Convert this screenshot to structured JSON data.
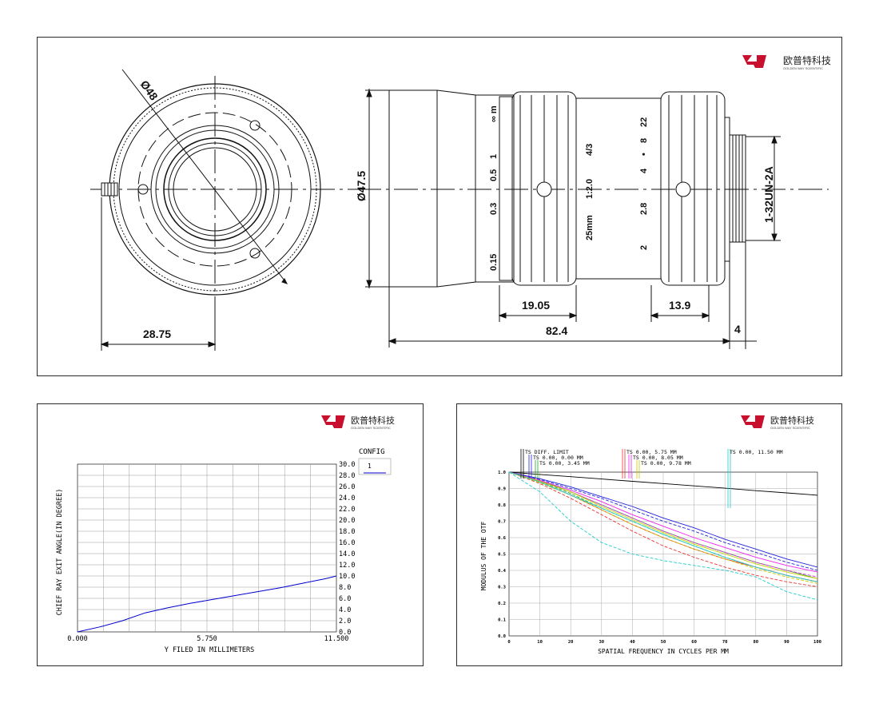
{
  "logo": {
    "name": "欧普特科技",
    "subtitle": "GOLDEN WAY SCIENTIFIC",
    "color": "#c8102e"
  },
  "drawing": {
    "dims": {
      "front_diameter": "Ø48",
      "body_diameter": "Ø47.5",
      "knurl_offset": "28.75",
      "ring1_width": "19.05",
      "ring2_width": "13.9",
      "total_length": "82.4",
      "mount_length": "4",
      "thread": "1-32UN-2A"
    },
    "focus_scale": [
      "0.15",
      "0.3",
      "0.5",
      "1",
      "∞ m"
    ],
    "center_marks": [
      "25mm",
      "1:2.0",
      "4/3"
    ],
    "aperture_scale": [
      "2",
      "2.8",
      "4",
      "8",
      "22"
    ],
    "aperture_dot": "•"
  },
  "cra_chart": {
    "config_label": "CONFIG",
    "config_value": "1",
    "xlabel": "Y FILED IN MILLIMETERS",
    "ylabel": "CHIEF RAY EXIT ANGLE(IN DEGREE)",
    "x_ticks": [
      "0.000",
      "5.750",
      "11.500"
    ],
    "y_ticks": [
      "0.0",
      "2.0",
      "4.0",
      "6.0",
      "8.0",
      "10.0",
      "12.0",
      "14.0",
      "16.0",
      "18.0",
      "20.0",
      "22.0",
      "24.0",
      "26.0",
      "28.0",
      "30.0"
    ]
  },
  "mtf_chart": {
    "xlabel": "SPATIAL FREQUENCY IN CYCLES PER MM",
    "ylabel": "MODULUS OF THE OTF",
    "x_ticks": [
      "0",
      "10",
      "20",
      "30",
      "40",
      "50",
      "60",
      "70",
      "80",
      "90",
      "100"
    ],
    "y_ticks": [
      "0.0",
      "0.1",
      "0.2",
      "0.3",
      "0.4",
      "0.5",
      "0.6",
      "0.7",
      "0.8",
      "0.9",
      "1.0"
    ],
    "legend": [
      "TS DIFF. LIMIT",
      "TS 0.00, 0.00 MM",
      "TS 0.00, 3.45 MM",
      "TS 0.00, 5.75 MM",
      "TS 0.00, 8.05 MM",
      "TS 0.00, 9.78 MM",
      "TS 0.00, 11.50 MM"
    ]
  },
  "chart_data": [
    {
      "type": "line",
      "xlabel": "Y FILED IN MILLIMETERS",
      "ylabel": "CHIEF RAY EXIT ANGLE(IN DEGREE)",
      "xlim": [
        0,
        11.5
      ],
      "ylim": [
        0,
        30
      ],
      "grid": true,
      "series": [
        {
          "name": "1",
          "color": "#0000d0",
          "x": [
            0,
            1,
            2,
            3,
            4,
            5,
            6,
            7,
            8,
            9,
            10,
            11,
            11.5
          ],
          "y": [
            0,
            0.9,
            2.0,
            3.4,
            4.3,
            5.1,
            5.8,
            6.5,
            7.2,
            7.9,
            8.7,
            9.5,
            10.0
          ]
        }
      ]
    },
    {
      "type": "line",
      "xlabel": "SPATIAL FREQUENCY IN CYCLES PER MM",
      "ylabel": "MODULUS OF THE OTF",
      "xlim": [
        0,
        100
      ],
      "ylim": [
        0,
        1
      ],
      "grid": true,
      "x": [
        0,
        10,
        20,
        30,
        40,
        50,
        60,
        70,
        80,
        90,
        100
      ],
      "series": [
        {
          "name": "TS DIFF. LIMIT",
          "color": "#000000",
          "dash": false,
          "y": [
            1.0,
            0.986,
            0.972,
            0.958,
            0.944,
            0.93,
            0.916,
            0.902,
            0.887,
            0.873,
            0.859
          ]
        },
        {
          "name": "TS 0.00, 0.00 MM",
          "color": "#2222dd",
          "dash": false,
          "y": [
            1.0,
            0.96,
            0.91,
            0.85,
            0.79,
            0.72,
            0.66,
            0.59,
            0.53,
            0.47,
            0.42
          ]
        },
        {
          "name": "TS 0.00, 0.00 MM",
          "color": "#2222dd",
          "dash": true,
          "y": [
            1.0,
            0.955,
            0.9,
            0.84,
            0.77,
            0.7,
            0.64,
            0.57,
            0.51,
            0.45,
            0.4
          ]
        },
        {
          "name": "TS 0.00, 3.45 MM",
          "color": "#22aa22",
          "dash": false,
          "y": [
            1.0,
            0.95,
            0.88,
            0.8,
            0.72,
            0.64,
            0.57,
            0.51,
            0.45,
            0.4,
            0.35
          ]
        },
        {
          "name": "TS 0.00, 3.45 MM",
          "color": "#22aa22",
          "dash": true,
          "y": [
            1.0,
            0.945,
            0.87,
            0.78,
            0.7,
            0.62,
            0.55,
            0.48,
            0.42,
            0.37,
            0.33
          ]
        },
        {
          "name": "TS 0.00, 5.75 MM",
          "color": "#ee3333",
          "dash": false,
          "y": [
            1.0,
            0.94,
            0.86,
            0.77,
            0.68,
            0.6,
            0.53,
            0.47,
            0.42,
            0.37,
            0.33
          ]
        },
        {
          "name": "TS 0.00, 5.75 MM",
          "color": "#ee3333",
          "dash": true,
          "y": [
            1.0,
            0.93,
            0.84,
            0.74,
            0.64,
            0.55,
            0.48,
            0.42,
            0.37,
            0.33,
            0.3
          ]
        },
        {
          "name": "TS 0.00, 8.05 MM",
          "color": "#ee22ee",
          "dash": false,
          "y": [
            1.0,
            0.95,
            0.89,
            0.82,
            0.74,
            0.67,
            0.6,
            0.54,
            0.48,
            0.43,
            0.39
          ]
        },
        {
          "name": "TS 0.00, 8.05 MM",
          "color": "#ee22ee",
          "dash": true,
          "y": [
            1.0,
            0.945,
            0.88,
            0.8,
            0.72,
            0.64,
            0.57,
            0.51,
            0.45,
            0.4,
            0.36
          ]
        },
        {
          "name": "TS 0.00, 9.78 MM",
          "color": "#cccc00",
          "dash": false,
          "y": [
            1.0,
            0.945,
            0.88,
            0.79,
            0.71,
            0.63,
            0.56,
            0.5,
            0.44,
            0.39,
            0.35
          ]
        },
        {
          "name": "TS 0.00, 9.78 MM",
          "color": "#cccc00",
          "dash": true,
          "y": [
            1.0,
            0.935,
            0.86,
            0.77,
            0.68,
            0.6,
            0.53,
            0.47,
            0.41,
            0.36,
            0.32
          ]
        },
        {
          "name": "TS 0.00, 11.50 MM",
          "color": "#22cccc",
          "dash": false,
          "y": [
            1.0,
            0.94,
            0.86,
            0.78,
            0.7,
            0.62,
            0.55,
            0.48,
            0.42,
            0.37,
            0.33
          ]
        },
        {
          "name": "TS 0.00, 11.50 MM",
          "color": "#22cccc",
          "dash": true,
          "y": [
            1.0,
            0.88,
            0.7,
            0.57,
            0.5,
            0.46,
            0.43,
            0.4,
            0.36,
            0.27,
            0.22
          ]
        }
      ]
    }
  ]
}
